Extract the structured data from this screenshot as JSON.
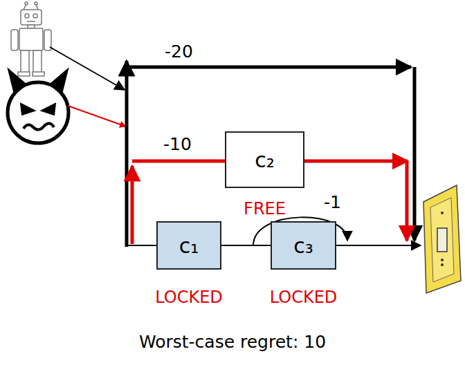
{
  "diagram": {
    "caption": "Worst-case regret: 10",
    "nodes": [
      {
        "text": [
          "c₂",
          "FREE"
        ]
      },
      {
        "text": [
          "c₁",
          "LOCKED"
        ]
      },
      {
        "text": [
          "c₃",
          "LOCKED"
        ]
      }
    ],
    "edges": [
      {
        "from": 1,
        "to": 2,
        "arrow": "none"
      }
    ],
    "labels": [
      "-20",
      "-10",
      "-1"
    ]
  }
}
